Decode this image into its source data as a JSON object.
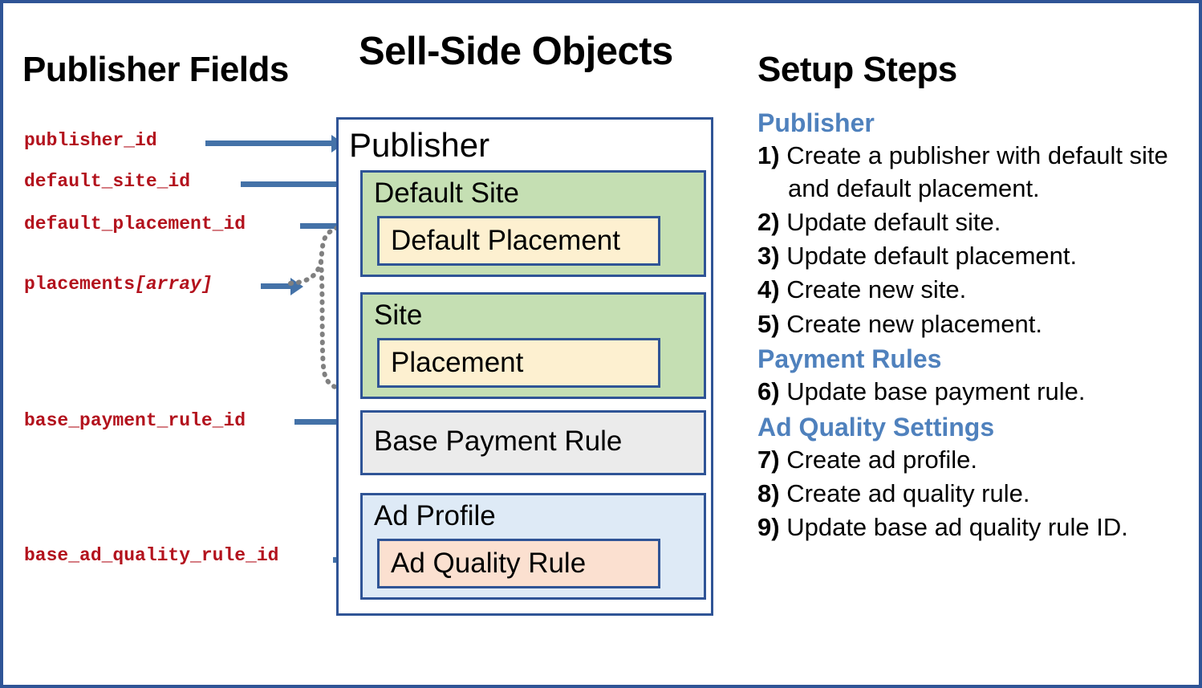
{
  "headings": {
    "left": "Publisher Fields",
    "center": "Sell-Side Objects",
    "right": "Setup Steps"
  },
  "publisher_fields": [
    {
      "name": "publisher_id",
      "suffix": ""
    },
    {
      "name": "default_site_id",
      "suffix": ""
    },
    {
      "name": "default_placement_id",
      "suffix": ""
    },
    {
      "name": "placements",
      "suffix": "[array]"
    },
    {
      "name": "base_payment_rule_id",
      "suffix": ""
    },
    {
      "name": "base_ad_quality_rule_id",
      "suffix": ""
    }
  ],
  "objects": {
    "publisher": "Publisher",
    "default_site": "Default Site",
    "default_placement": "Default Placement",
    "site": "Site",
    "placement": "Placement",
    "base_payment_rule": "Base Payment Rule",
    "ad_profile": "Ad Profile",
    "ad_quality_rule": "Ad Quality Rule"
  },
  "setup_steps": {
    "sections": [
      {
        "title": "Publisher",
        "items": [
          {
            "num": "1)",
            "text": "Create a publisher with default site and default placement."
          },
          {
            "num": "2)",
            "text": "Update default site."
          },
          {
            "num": "3)",
            "text": "Update default placement."
          },
          {
            "num": "4)",
            "text": "Create new site."
          },
          {
            "num": "5)",
            "text": "Create new placement."
          }
        ]
      },
      {
        "title": "Payment Rules",
        "items": [
          {
            "num": "6)",
            "text": "Update base payment rule."
          }
        ]
      },
      {
        "title": "Ad Quality Settings",
        "items": [
          {
            "num": "7)",
            "text": "Create ad profile."
          },
          {
            "num": "8)",
            "text": "Create ad quality rule."
          },
          {
            "num": "9)",
            "text": "Update base ad quality rule ID."
          }
        ]
      }
    ]
  },
  "colors": {
    "frame": "#2f5496",
    "field_text": "#b3121d",
    "arrow": "#4472a8",
    "section_heading": "#4f81bd",
    "site_fill": "#c5dfb3",
    "placement_fill": "#fdf0d0",
    "payment_fill": "#ebebeb",
    "adprofile_fill": "#deeaf6",
    "adquality_fill": "#fbe0d0",
    "connector": "#808080"
  }
}
